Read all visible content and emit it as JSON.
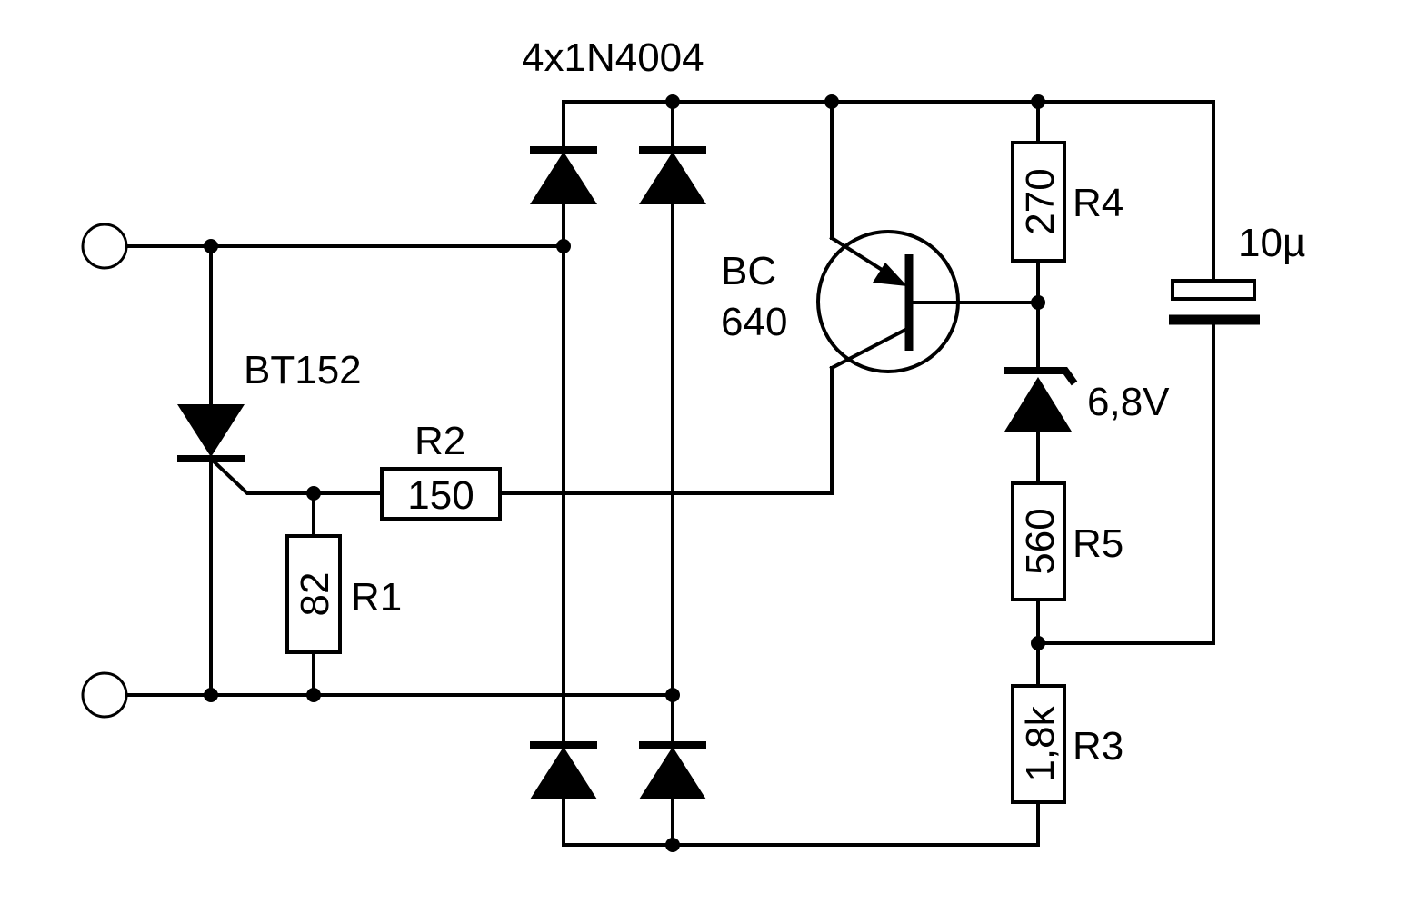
{
  "components": {
    "bridge": {
      "label": "4x1N4004"
    },
    "thyristor": {
      "label": "BT152"
    },
    "transistor": {
      "label_line1": "BC",
      "label_line2": "640"
    },
    "r1": {
      "name": "R1",
      "value": "82"
    },
    "r2": {
      "name": "R2",
      "value": "150"
    },
    "r3": {
      "name": "R3",
      "value": "1,8k"
    },
    "r4": {
      "name": "R4",
      "value": "270"
    },
    "r5": {
      "name": "R5",
      "value": "560"
    },
    "zener": {
      "label": "6,8V"
    },
    "capacitor": {
      "label": "10µ"
    }
  }
}
